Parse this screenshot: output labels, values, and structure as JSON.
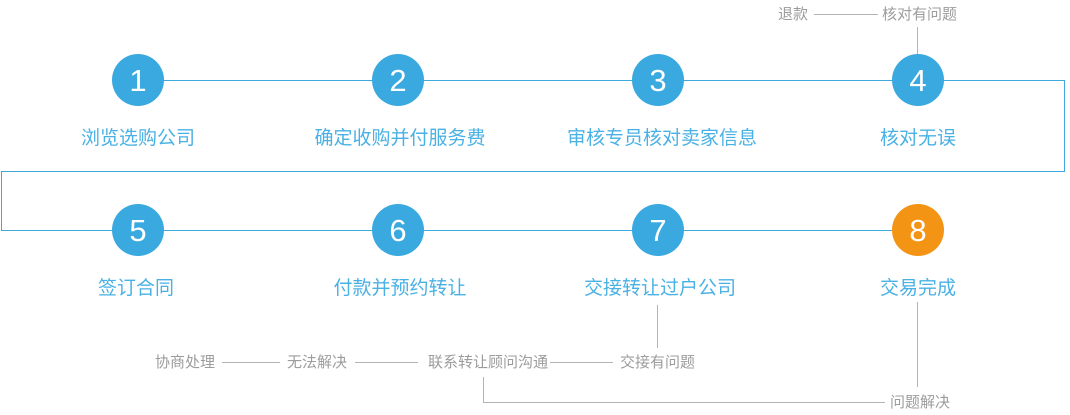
{
  "colors": {
    "step_blue": "#39a9df",
    "step_orange": "#f39415",
    "label_blue": "#4ab1e4",
    "flow_line_blue": "#3fa9dc",
    "gray_line": "#b3b3b3",
    "gray_text": "#9c9c9c"
  },
  "steps": [
    {
      "num": "1",
      "label": "浏览选购公司"
    },
    {
      "num": "2",
      "label": "确定收购并付服务费"
    },
    {
      "num": "3",
      "label": "审核专员核对卖家信息"
    },
    {
      "num": "4",
      "label": "核对无误"
    },
    {
      "num": "5",
      "label": "签订合同"
    },
    {
      "num": "6",
      "label": "付款并预约转让"
    },
    {
      "num": "7",
      "label": "交接转让过户公司"
    },
    {
      "num": "8",
      "label": "交易完成"
    }
  ],
  "annotations": {
    "refund": "退款",
    "check_problem": "核对有问题",
    "negotiate": "协商处理",
    "unresolvable": "无法解决",
    "contact_consultant": "联系转让顾问沟通",
    "handover_problem": "交接有问题",
    "problem_resolved": "问题解决"
  }
}
